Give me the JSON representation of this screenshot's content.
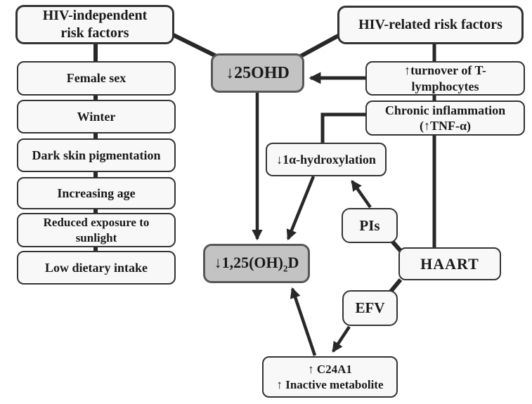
{
  "diagram": {
    "colors": {
      "box_fill": "#f8f8f8",
      "box_border": "#333333",
      "highlight_fill": "#c3c3c3",
      "highlight_border": "#575757",
      "line": "#282828"
    },
    "headers": {
      "hiv_independent": "HIV-independent\nrisk factors",
      "hiv_related": "HIV-related risk factors"
    },
    "left_factors": [
      "Female sex",
      "Winter",
      "Dark skin pigmentation",
      "Increasing age",
      "Reduced exposure to\nsunlight",
      "Low dietary intake"
    ],
    "nodes": {
      "turnover": "↑turnover of T-\nlymphocytes",
      "chronic_inflammation": "Chronic inflammation\n(↑TNF-α)",
      "ohd25": "↓25OHD",
      "hydroxylation": "↓1α-hydroxylation",
      "pis": "PIs",
      "d125": {
        "prefix": "↓1,25(OH)",
        "sub": "2",
        "suffix": "D"
      },
      "haart": "HAART",
      "efv": "EFV",
      "c24a1": "↑ C24A1\n↑ Inactive metabolite"
    }
  }
}
